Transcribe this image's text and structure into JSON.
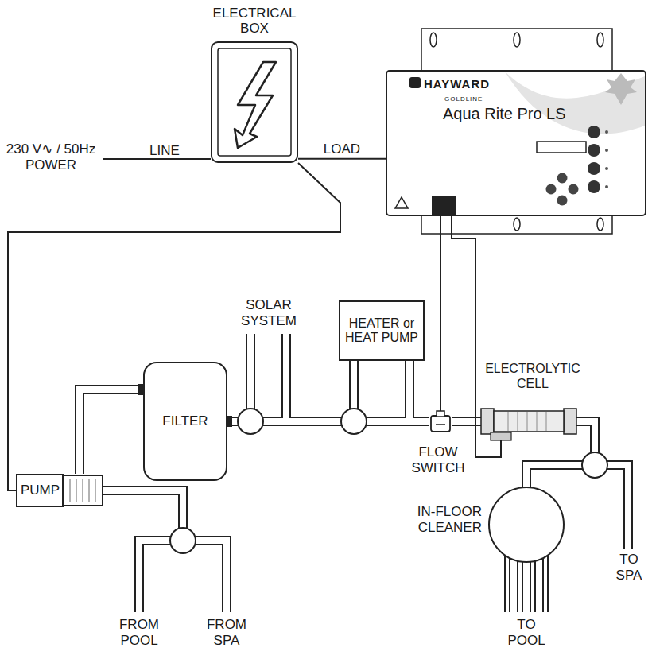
{
  "diagram": {
    "nodes": [
      {
        "text": [
          "ELECTRICAL BOX"
        ]
      },
      {
        "text": [
          "HAYWARD",
          "GOLDLINE",
          "Aqua Rite Pro LS"
        ]
      },
      {
        "text": [
          "HEATER or HEAT PUMP"
        ]
      },
      {
        "text": [
          "FILTER"
        ]
      },
      {
        "text": [
          "FLOW SWITCH"
        ]
      },
      {
        "text": [
          "ELECTROLYTIC CELL"
        ]
      },
      {
        "text": [
          "PUMP"
        ]
      },
      {
        "text": [
          "IN-FLOOR CLEANER"
        ]
      }
    ],
    "edges": [
      {
        "from": 0,
        "to": 1,
        "arrow": "none",
        "label": "LOAD"
      },
      {
        "from": 0,
        "to": 6,
        "arrow": "none"
      },
      {
        "from": 1,
        "to": 4,
        "arrow": "none"
      },
      {
        "from": 1,
        "to": 5,
        "arrow": "none"
      },
      {
        "from": 6,
        "to": 3,
        "arrow": "none"
      },
      {
        "from": 3,
        "to": 2,
        "arrow": "none"
      },
      {
        "from": 2,
        "to": 4,
        "arrow": "none"
      },
      {
        "from": 4,
        "to": 5,
        "arrow": "none"
      },
      {
        "from": 5,
        "to": 7,
        "arrow": "none"
      }
    ],
    "labels": [
      "230 V∿ / 50Hz POWER",
      "LINE",
      "SOLAR SYSTEM",
      "FROM POOL",
      "FROM SPA",
      "TO POOL",
      "TO SPA"
    ]
  }
}
